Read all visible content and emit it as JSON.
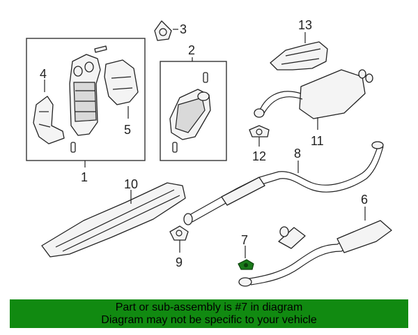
{
  "diagram": {
    "callouts": [
      "1",
      "2",
      "3",
      "4",
      "5",
      "6",
      "7",
      "8",
      "9",
      "10",
      "11",
      "12",
      "13"
    ],
    "highlight_color": "#1a7a1a"
  },
  "banner": {
    "line1": "Part or sub-assembly is #7 in diagram",
    "line2": "Diagram may not be specific to your vehicle",
    "background": "#118a11"
  }
}
